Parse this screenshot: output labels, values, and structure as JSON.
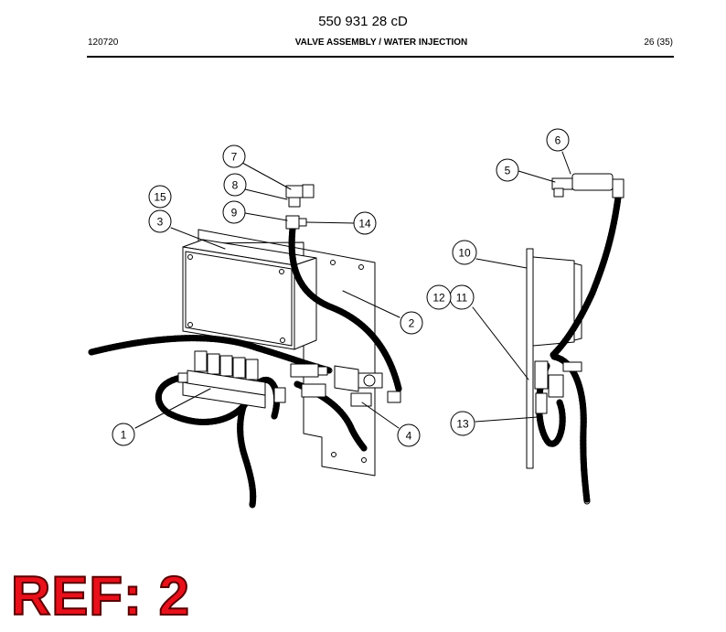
{
  "header": {
    "doc_number": "550 931 28 cD",
    "code": "120720",
    "title": "VALVE ASSEMBLY / WATER INJECTION",
    "page": "26 (35)"
  },
  "callouts": [
    {
      "id": "c1",
      "label": "1"
    },
    {
      "id": "c2",
      "label": "2"
    },
    {
      "id": "c3",
      "label": "3"
    },
    {
      "id": "c4",
      "label": "4"
    },
    {
      "id": "c5",
      "label": "5"
    },
    {
      "id": "c6",
      "label": "6"
    },
    {
      "id": "c7",
      "label": "7"
    },
    {
      "id": "c8",
      "label": "8"
    },
    {
      "id": "c9",
      "label": "9"
    },
    {
      "id": "c10",
      "label": "10"
    },
    {
      "id": "c11",
      "label": "11"
    },
    {
      "id": "c12",
      "label": "12"
    },
    {
      "id": "c13",
      "label": "13"
    },
    {
      "id": "c14",
      "label": "14"
    },
    {
      "id": "c15",
      "label": "15"
    }
  ],
  "stamp": {
    "text": "REF: 2",
    "color": "#e8101a"
  }
}
